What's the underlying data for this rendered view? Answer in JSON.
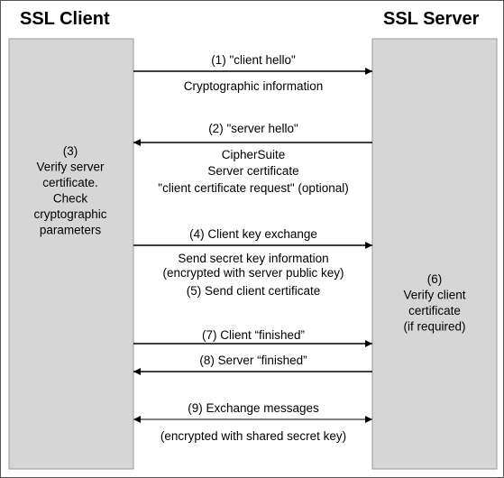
{
  "participants": {
    "client": "SSL Client",
    "server": "SSL Server"
  },
  "colors": {
    "panel_fill": "#d6d6d6",
    "panel_stroke": "#999999",
    "line": "#000000"
  },
  "client_note": [
    "(3)",
    "Verify server",
    "certificate.",
    "Check",
    "cryptographic",
    "parameters"
  ],
  "server_note": [
    "(6)",
    "Verify client",
    "certificate",
    "(if required)"
  ],
  "messages": [
    {
      "direction": "to-server",
      "label": "(1) \"client hello\"",
      "details": [
        "Cryptographic information"
      ]
    },
    {
      "direction": "to-client",
      "label": "(2) \"server hello\"",
      "details": [
        "CipherSuite",
        "Server certificate",
        "\"client certificate request\" (optional)"
      ]
    },
    {
      "direction": "to-server",
      "label": "(4) Client key exchange",
      "details": [
        "Send secret key information",
        "(encrypted with server public key)",
        "(5) Send client certificate"
      ]
    },
    {
      "direction": "to-server",
      "label": "(7) Client “finished”",
      "details": []
    },
    {
      "direction": "to-client",
      "label": "(8) Server “finished”",
      "details": []
    },
    {
      "direction": "both",
      "label": "(9) Exchange messages",
      "details": [
        "(encrypted with shared secret key)"
      ]
    }
  ]
}
